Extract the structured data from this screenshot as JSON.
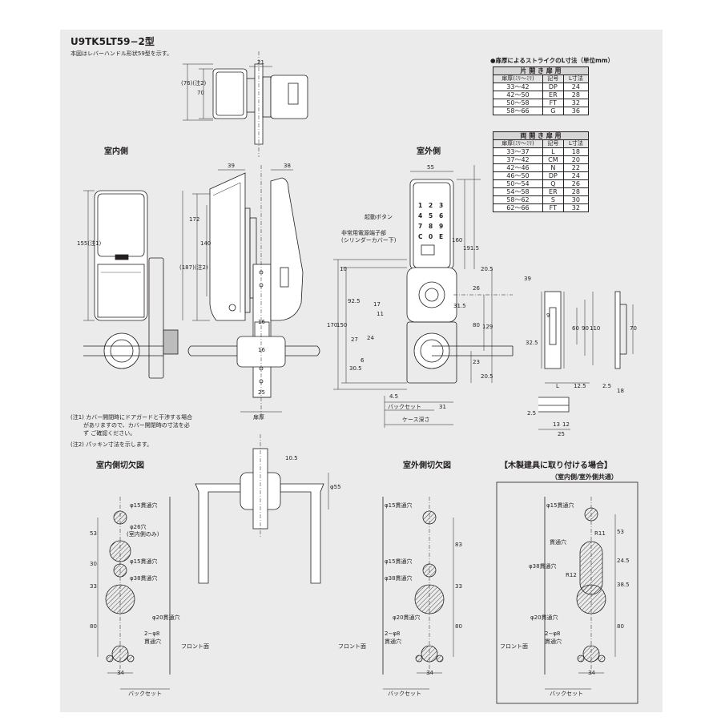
{
  "header": {
    "title": "U9TK5LT59−2型",
    "subtitle": "本図はレバーハンドル形状59型を示す。"
  },
  "views": {
    "indoor": "室内側",
    "outdoor": "室外側",
    "indoor_cutout": "室内側切欠図",
    "outdoor_cutout": "室外側切欠図",
    "wood_title": "【木製建具に取り付ける場合】",
    "wood_sub": "（室内側/室外側共通）"
  },
  "strike_table": {
    "title": "●扉厚によるストライクのL寸法（単位mm）",
    "single": {
      "heading": "片 開 き 扉 用",
      "columns": [
        "扉厚(ﾐﾘ〜ﾐﾘ)",
        "記号",
        "L寸法"
      ],
      "rows": [
        [
          "33〜42",
          "DP",
          "24"
        ],
        [
          "42〜50",
          "ER",
          "28"
        ],
        [
          "50〜58",
          "FT",
          "32"
        ],
        [
          "58〜66",
          "G",
          "36"
        ]
      ]
    },
    "double": {
      "heading": "両 開 き 扉 用",
      "columns": [
        "扉厚(ﾐﾘ〜ﾐﾘ)",
        "記号",
        "L寸法"
      ],
      "rows": [
        [
          "33〜37",
          "L",
          "18"
        ],
        [
          "37〜42",
          "CM",
          "20"
        ],
        [
          "42〜46",
          "N",
          "22"
        ],
        [
          "46〜50",
          "DP",
          "24"
        ],
        [
          "50〜54",
          "Q",
          "26"
        ],
        [
          "54〜58",
          "ER",
          "28"
        ],
        [
          "58〜62",
          "S",
          "30"
        ],
        [
          "62〜66",
          "FT",
          "32"
        ]
      ]
    }
  },
  "notes": [
    "(注1) カバー開閉時にドアガードと干渉する場合",
    "があリますので、カバー開閉時の寸法を必",
    "ず ご確認ください。",
    "(注2) パッキン寸法を示します。"
  ],
  "labels": {
    "start_button": "起動ボタン",
    "emergency_1": "非常用電源端子部",
    "emergency_2": "(シリンダーカバー下)",
    "backset": "バックセット",
    "case_depth": "ケース深さ",
    "door_thickness": "扉厚",
    "front_face": "フロント面",
    "hole15": "φ15貫通穴",
    "hole26": "φ26穴",
    "indoor_only": "(室内側のみ)",
    "hole38": "φ38貫通穴",
    "hole20": "φ20貫通穴",
    "hole8": "2−φ8",
    "through": "貫通穴",
    "r11": "R11",
    "r12": "R12",
    "phi55": "φ55"
  },
  "keypad": [
    "1",
    "2",
    "3",
    "4",
    "5",
    "6",
    "7",
    "8",
    "9",
    "C",
    "0",
    "E"
  ],
  "dimensions": {
    "top_21": "21",
    "top_76": "(76)(注2)",
    "top_70": "70",
    "in_155": "155(注1)",
    "in_39": "39",
    "in_38": "38",
    "in_187": "(187)(注2)",
    "in_172": "172",
    "in_140": "140",
    "in_16a": "16",
    "in_16b": "16",
    "in_25": "25",
    "out_55": "55",
    "out_160": "160",
    "out_1915": "191.5",
    "out_205a": "20.5",
    "out_205b": "20.5",
    "out_39": "39",
    "out_26": "26",
    "out_315": "31.5",
    "out_80": "80",
    "out_129": "129",
    "out_23": "23",
    "out_10": "10",
    "out_925": "92.5",
    "out_170": "170",
    "out_150": "150",
    "out_17": "17",
    "out_11": "11",
    "out_27": "27",
    "out_24": "24",
    "out_6": "6",
    "out_305": "30.5",
    "out_45": "4.5",
    "out_31": "31",
    "st_9": "9",
    "st_325": "32.5",
    "st_60": "60",
    "st_90": "90",
    "st_110": "110",
    "st_L": "L",
    "st_125": "12.5",
    "st_70": "70",
    "st_25": "2.5",
    "st_18": "18",
    "sm_25": "2.5",
    "sm_13": "13",
    "sm_12": "12",
    "sm_25b": "25",
    "lv_105": "10.5",
    "c_53": "53",
    "c_30": "30",
    "c_33": "33",
    "c_80": "80",
    "c_34": "34",
    "o_83": "83",
    "o_33": "33",
    "o_80": "80",
    "o_34": "34",
    "w_53": "53",
    "w_245": "24.5",
    "w_385": "38.5",
    "w_80": "80",
    "w_34": "34"
  }
}
